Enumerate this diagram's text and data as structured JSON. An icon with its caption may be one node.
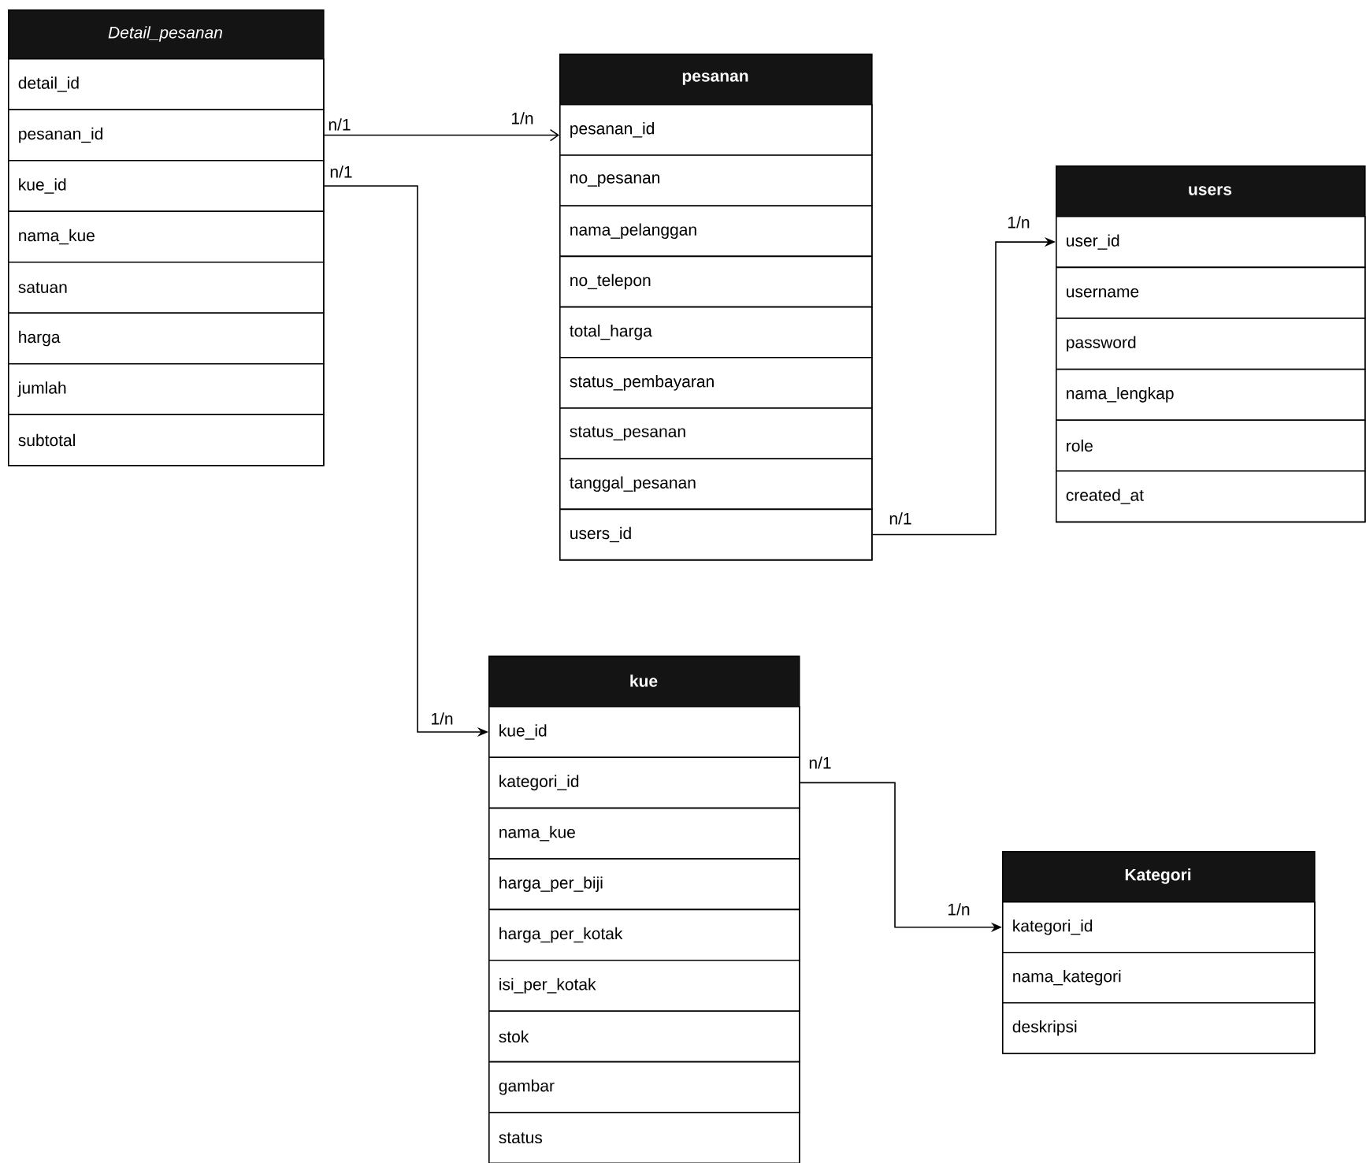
{
  "diagram": {
    "nodes": [
      {
        "text": [
          "Detail_pesanan"
        ]
      },
      {
        "text": [
          "detail_id"
        ],
        "in": 0
      },
      {
        "text": [
          "pesanan_id"
        ],
        "in": 0
      },
      {
        "text": [
          "kue_id"
        ],
        "in": 0
      },
      {
        "text": [
          "nama_kue"
        ],
        "in": 0
      },
      {
        "text": [
          "satuan"
        ],
        "in": 0
      },
      {
        "text": [
          "harga"
        ],
        "in": 0
      },
      {
        "text": [
          "jumlah"
        ],
        "in": 0
      },
      {
        "text": [
          "subtotal"
        ],
        "in": 0
      },
      {
        "text": [
          "pesanan"
        ]
      },
      {
        "text": [
          "pesanan_id"
        ],
        "in": 9
      },
      {
        "text": [
          "no_pesanan"
        ],
        "in": 9
      },
      {
        "text": [
          "nama_pelanggan"
        ],
        "in": 9
      },
      {
        "text": [
          "no_telepon"
        ],
        "in": 9
      },
      {
        "text": [
          "total_harga"
        ],
        "in": 9
      },
      {
        "text": [
          "status_pembayaran"
        ],
        "in": 9
      },
      {
        "text": [
          "status_pesanan"
        ],
        "in": 9
      },
      {
        "text": [
          "tanggal_pesanan"
        ],
        "in": 9
      },
      {
        "text": [
          "users_id"
        ],
        "in": 9
      },
      {
        "text": [
          "users"
        ]
      },
      {
        "text": [
          "user_id"
        ],
        "in": 19
      },
      {
        "text": [
          "username"
        ],
        "in": 19
      },
      {
        "text": [
          "password"
        ],
        "in": 19
      },
      {
        "text": [
          "nama_lengkap"
        ],
        "in": 19
      },
      {
        "text": [
          "role"
        ],
        "in": 19
      },
      {
        "text": [
          "created_at"
        ],
        "in": 19
      },
      {
        "text": [
          "kue"
        ]
      },
      {
        "text": [
          "kue_id"
        ],
        "in": 26
      },
      {
        "text": [
          "kategori_id"
        ],
        "in": 26
      },
      {
        "text": [
          "nama_kue"
        ],
        "in": 26
      },
      {
        "text": [
          "harga_per_biji"
        ],
        "in": 26
      },
      {
        "text": [
          "harga_per_kotak"
        ],
        "in": 26
      },
      {
        "text": [
          "isi_per_kotak"
        ],
        "in": 26
      },
      {
        "text": [
          "stok"
        ],
        "in": 26
      },
      {
        "text": [
          "gambar"
        ],
        "in": 26
      },
      {
        "text": [
          "status"
        ],
        "in": 26
      },
      {
        "text": [
          "Kategori"
        ]
      },
      {
        "text": [
          "kategori_id"
        ],
        "in": 36
      },
      {
        "text": [
          "nama_kategori"
        ],
        "in": 36
      },
      {
        "text": [
          "deskripsi"
        ],
        "in": 36
      }
    ],
    "edges": [
      {
        "from": 2,
        "to": 10,
        "arrow": "to"
      },
      {
        "from": 3,
        "to": 27,
        "arrow": "to"
      },
      {
        "from": 18,
        "to": 20,
        "arrow": "to"
      },
      {
        "from": 28,
        "to": 37,
        "arrow": "to"
      }
    ],
    "labels": [
      "n/1",
      "1/n",
      "n/1",
      "1/n",
      "n/1",
      "1/n",
      "n/1",
      "1/n"
    ]
  }
}
